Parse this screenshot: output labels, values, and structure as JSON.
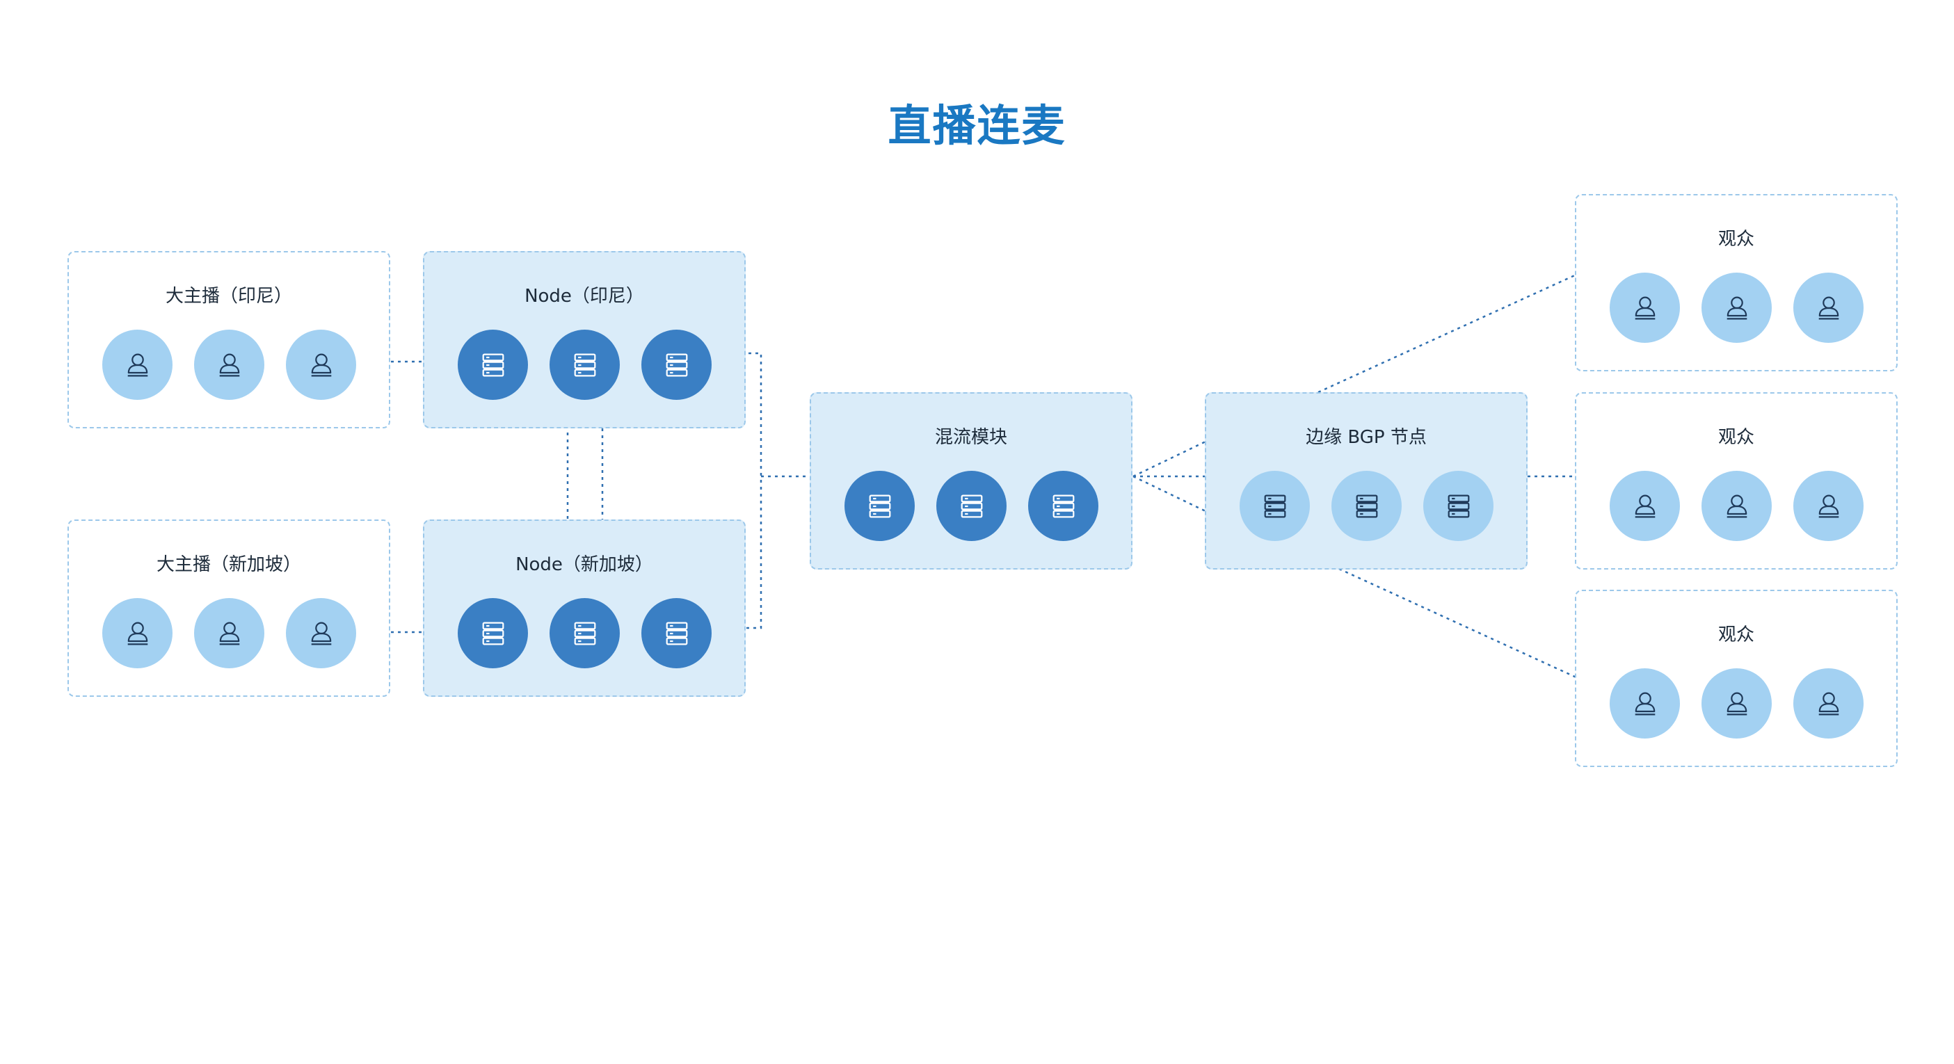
{
  "title": "直播连麦",
  "colors": {
    "title": "#1a78c2",
    "box_border": "#9cc8ea",
    "box_fill": "#daecf9",
    "user_circle": "#a3d1f2",
    "server_dark": "#3a7fc4",
    "connector": "#2f6fb0"
  },
  "boxes": {
    "host_indonesia": {
      "label": "大主播（印尼）",
      "icon": "user-icon"
    },
    "host_singapore": {
      "label": "大主播（新加坡）",
      "icon": "user-icon"
    },
    "node_indonesia": {
      "label": "Node（印尼）",
      "icon": "server-icon"
    },
    "node_singapore": {
      "label": "Node（新加坡）",
      "icon": "server-icon"
    },
    "mixer": {
      "label": "混流模块",
      "icon": "server-icon"
    },
    "edge_bgp": {
      "label": "边缘 BGP 节点",
      "icon": "server-icon"
    },
    "audience_1": {
      "label": "观众",
      "icon": "user-icon"
    },
    "audience_2": {
      "label": "观众",
      "icon": "user-icon"
    },
    "audience_3": {
      "label": "观众",
      "icon": "user-icon"
    }
  }
}
